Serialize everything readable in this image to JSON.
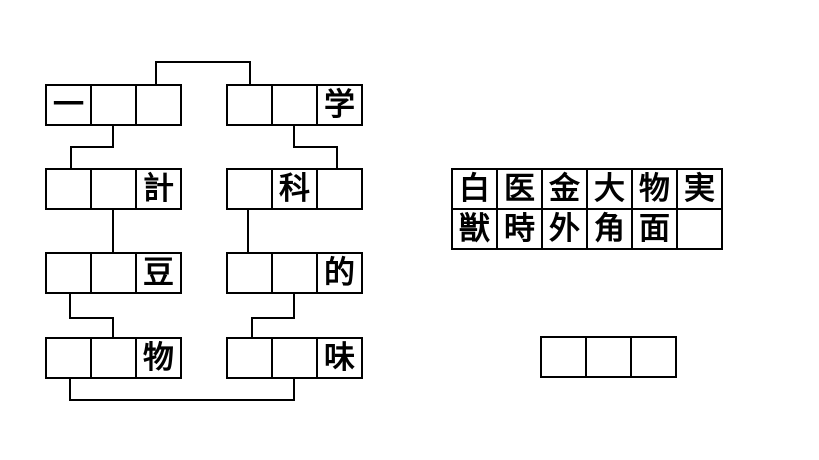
{
  "puzzle": {
    "type": "kanji-chain-word-puzzle",
    "colors": {
      "background": "#ffffff",
      "line": "#000000",
      "text": "#000000"
    },
    "chain": {
      "row1_left": [
        "一",
        "",
        ""
      ],
      "row1_right": [
        "",
        "",
        "学"
      ],
      "row2_left": [
        "",
        "",
        "計"
      ],
      "row2_right": [
        "",
        "科",
        ""
      ],
      "row3_left": [
        "",
        "",
        "豆"
      ],
      "row3_right": [
        "",
        "",
        "的"
      ],
      "row4_left": [
        "",
        "",
        "物"
      ],
      "row4_right": [
        "",
        "",
        "味"
      ]
    },
    "bank": {
      "row1": [
        "白",
        "医",
        "金",
        "大",
        "物",
        "実"
      ],
      "row2": [
        "獣",
        "時",
        "外",
        "角",
        "面",
        ""
      ]
    },
    "answer": {
      "cells": [
        "",
        "",
        ""
      ]
    }
  }
}
